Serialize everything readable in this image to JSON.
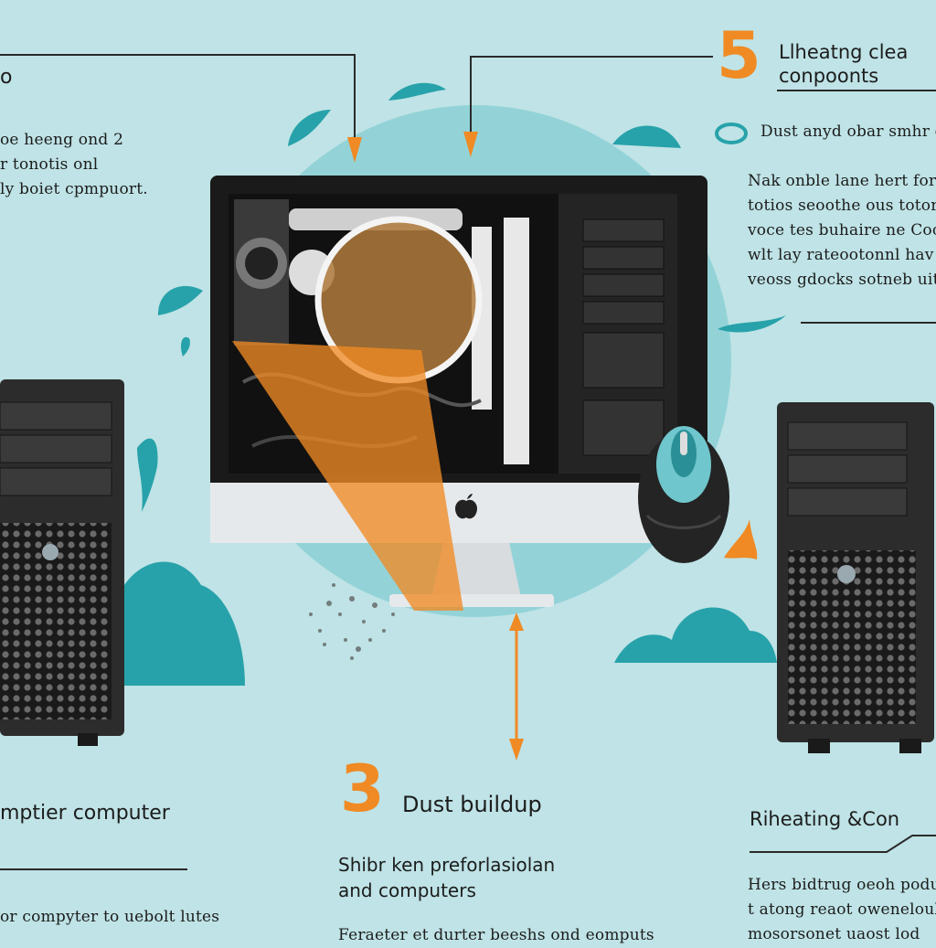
{
  "colors": {
    "background": "#bfe3e6",
    "accent_orange": "#f08a24",
    "accent_teal": "#27a2aa",
    "case_dark": "#2c2c2c"
  },
  "icons": {
    "monitor": "computer-monitor-icon",
    "tower": "pc-tower-icon",
    "mouse": "mouse-icon",
    "magnifier": "magnifier-icon",
    "apple_logo": "apple-logo-icon"
  },
  "left_panel": {
    "partial_top": "o",
    "body_lines": [
      "oe heeng ond 2",
      "r tonotis onl",
      "ly boiet cpmpuort."
    ],
    "heading": "mptier computer",
    "footer_line": "or compyter to uebolt lutes"
  },
  "top_right_panel": {
    "number": "5",
    "title_line1": "Llheatng clea",
    "title_line2": "conpoonts",
    "bullet_text": "Dust anyd obar smhr croon",
    "body_lines": [
      "Nak onble lane hert forr",
      "totios seoothe ous totor",
      "voce tes buhaire ne Cood",
      "wlt lay rateootonnl hav",
      "veoss gdocks sotneb uit hr"
    ]
  },
  "center_panel": {
    "number": "3",
    "title": "Dust buildup",
    "subtitle_line1": "Shibr ken preforlasiolan",
    "subtitle_line2": "and computers",
    "footer_line": "Feraeter et durter beeshs ond eomputs"
  },
  "bottom_right_panel": {
    "heading": "Riheating &Con",
    "body_lines": [
      "Hers bidtrug oeoh poduen c",
      "t atong reaot owenelouly",
      "mosorsonet uaost lod"
    ]
  }
}
